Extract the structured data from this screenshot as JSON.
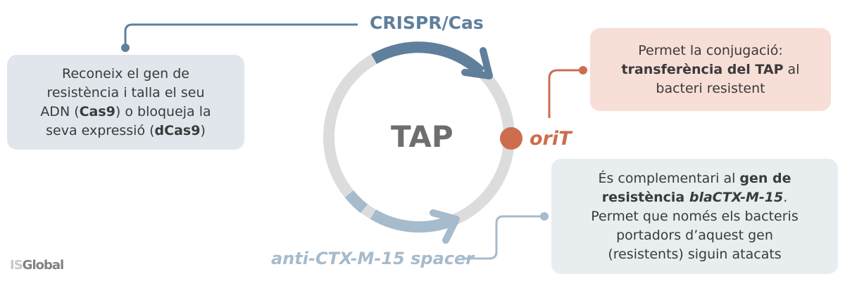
{
  "title": "TAP",
  "labels": {
    "crispr": "CRISPR/Cas",
    "orit": "oriT",
    "spacer": "anti-CTX-M-15 spacer"
  },
  "left_box": {
    "l1": "Reconeix el gen de",
    "l2": "resistència i talla el seu",
    "l3a": "ADN (",
    "l3b": "Cas9",
    "l3c": ") o bloqueja la",
    "l4a": "seva expressió (",
    "l4b": "dCas9",
    "l4c": ")"
  },
  "top_right_box": {
    "l1": "Permet la conjugació:",
    "l2a": "transferència del TAP",
    "l2b": " al",
    "l3": "bacteri resistent"
  },
  "bottom_right_box": {
    "l1a": "És complementari al ",
    "l1b": "gen de",
    "l2a": "resistència ",
    "l2b": "blaCTX-M-15",
    "l2c": ".",
    "l3": "Permet que només els bacteris",
    "l4": "portadors d’aquest gen",
    "l5": "(resistents) siguin atacats"
  },
  "logo": {
    "a": "IS",
    "b": "Global"
  },
  "colors": {
    "crispr": "#5f7f9c",
    "spacer": "#a6bbcc",
    "orit": "#cc6d4d",
    "ring": "#dcdcdc"
  }
}
